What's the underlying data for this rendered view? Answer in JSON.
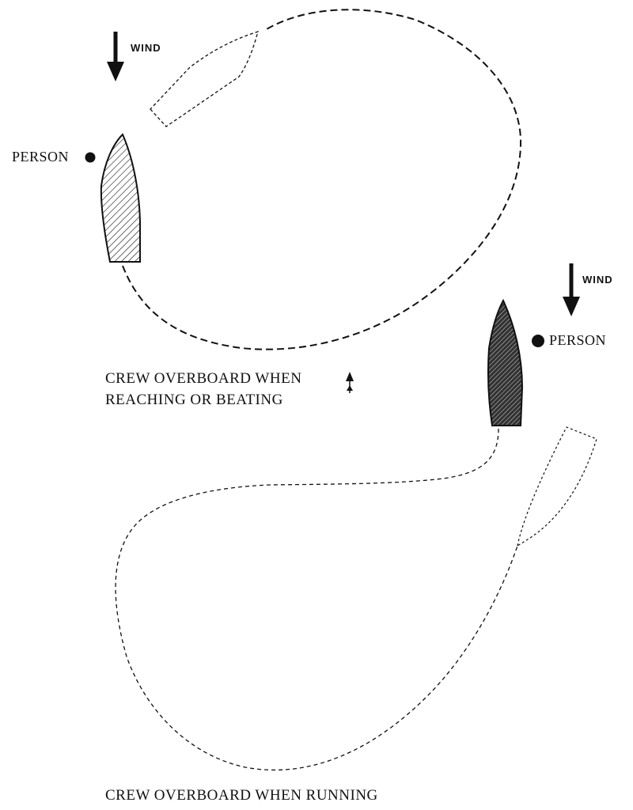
{
  "scenario_beating": {
    "wind_label": "WIND",
    "person_label": "PERSON",
    "caption_line1": "CREW OVERBOARD WHEN",
    "caption_line2": "REACHING OR BEATING"
  },
  "scenario_running": {
    "wind_label": "WIND",
    "person_label": "PERSON",
    "caption": "CREW OVERBOARD WHEN RUNNING"
  },
  "colors": {
    "ink": "#111111",
    "paper": "#ffffff"
  }
}
